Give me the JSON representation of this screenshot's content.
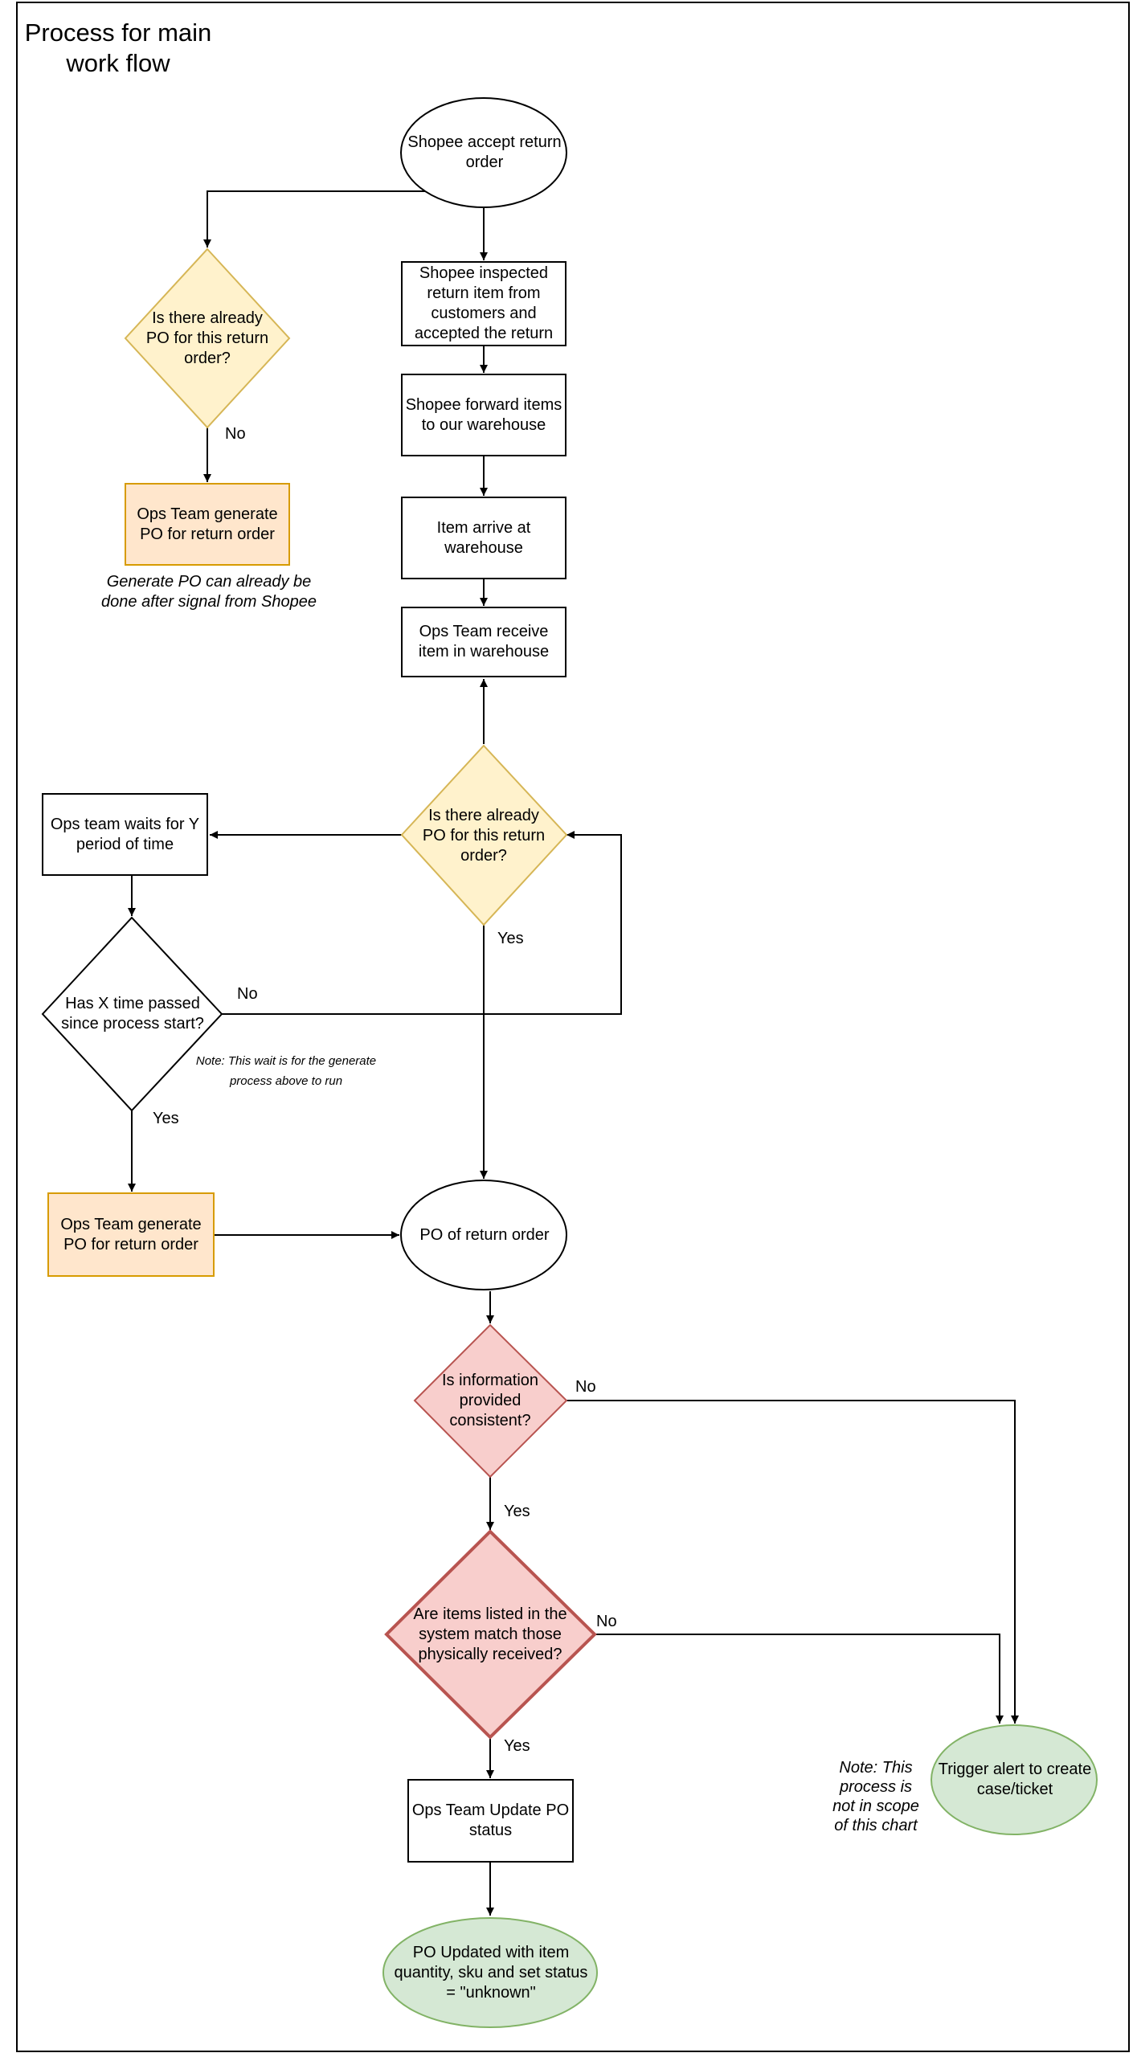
{
  "title": "Process for main work flow",
  "colors": {
    "stroke": "#000000",
    "decision_yellow_fill": "#fff2cc",
    "decision_yellow_stroke": "#d6b656",
    "process_orange_fill": "#ffe6cc",
    "process_orange_stroke": "#d79b00",
    "decision_red_fill": "#f8cecc",
    "decision_red_stroke": "#b85450",
    "terminal_green_fill": "#d5e8d4",
    "terminal_green_stroke": "#82b366"
  },
  "nodes": {
    "shopee_accept": "Shopee accept return order",
    "shopee_inspected": "Shopee inspected return item from customers and accepted the return",
    "shopee_forward": "Shopee forward items to our warehouse",
    "item_arrive": "Item arrive at warehouse",
    "ops_receive": "Ops Team receive item in warehouse",
    "po_exists_top": "Is there already PO for this return order?",
    "ops_generate_top": "Ops Team generate PO for return order",
    "po_exists_mid": "Is there already PO for this return order?",
    "ops_wait": "Ops team waits for Y period of time",
    "x_time_passed": "Has X time passed since process start?",
    "ops_generate_bottom": "Ops Team generate PO for return order",
    "po_return": "PO of return order",
    "info_consistent": "Is information provided consistent?",
    "items_match": "Are items listed in the system match those physically received?",
    "ops_update": "Ops Team Update PO status",
    "po_updated": "PO Updated with item quantity, sku and set status = \"unknown\"",
    "trigger_alert": "Trigger alert to create case/ticket"
  },
  "edge_labels": {
    "top_no": "No",
    "mid_yes": "Yes",
    "x_no": "No",
    "x_yes": "Yes",
    "info_no": "No",
    "info_yes": "Yes",
    "match_no": "No",
    "match_yes": "Yes"
  },
  "notes": {
    "generate_po": "Generate PO can already be done after signal from Shopee",
    "wait": "Note: This wait is for the generate process above to run",
    "scope": "Note: This process is not in scope of this chart"
  }
}
